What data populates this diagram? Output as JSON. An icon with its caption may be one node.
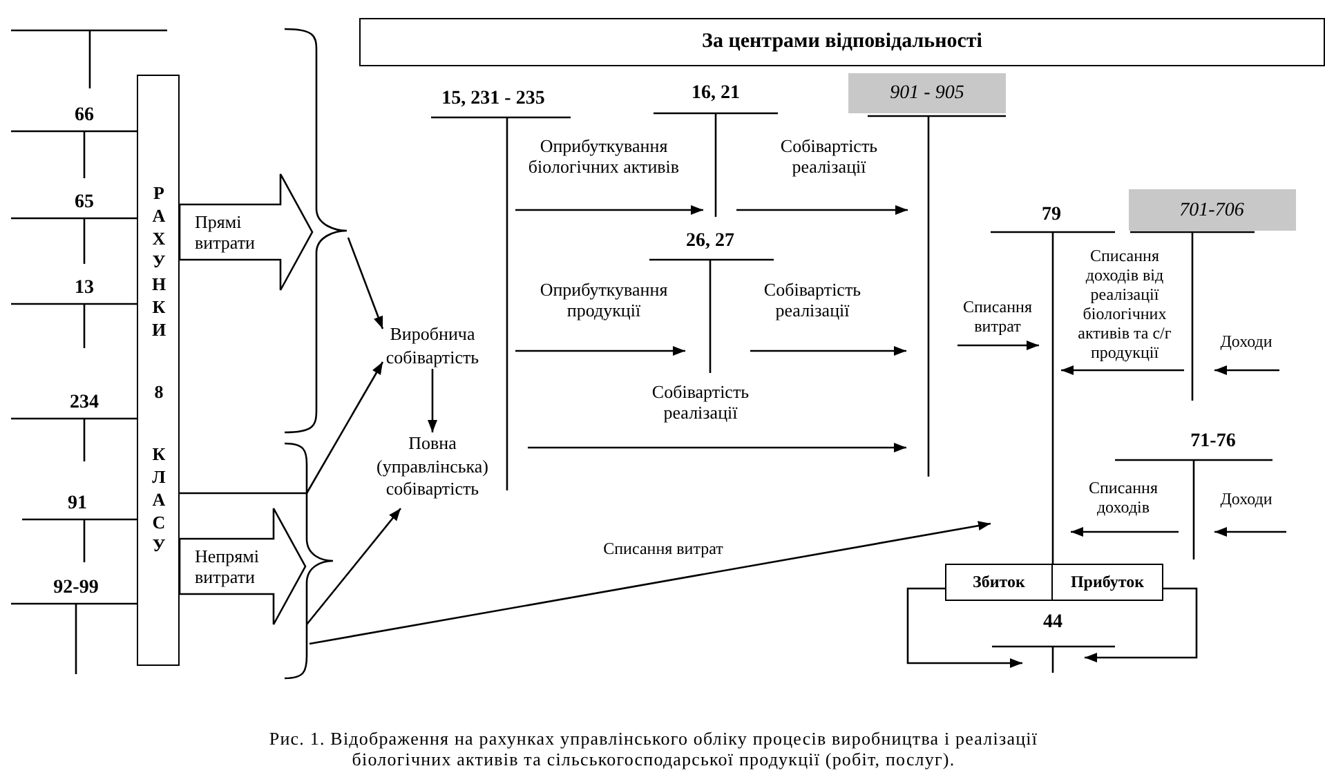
{
  "diagram": {
    "nodes": [
      {
        "text": [
          "За центрами відповідальності"
        ]
      },
      {
        "text": [],
        "shape": "t-account"
      },
      {
        "text": [
          "66"
        ]
      },
      {
        "text": [
          "65"
        ]
      },
      {
        "text": [
          "13"
        ]
      },
      {
        "text": [
          "234"
        ]
      },
      {
        "text": [
          "91"
        ]
      },
      {
        "text": [
          "92-99"
        ]
      },
      {
        "text": [
          "РАХУНКИ 8 КЛАСУ"
        ]
      },
      {
        "text": [],
        "shape": "brace"
      },
      {
        "text": [],
        "shape": "brace"
      },
      {
        "text": [
          "Виробнича собівартість"
        ]
      },
      {
        "text": [
          "Повна (управлінська) собівартість"
        ]
      },
      {
        "text": [
          "15, 231 - 235"
        ]
      },
      {
        "text": [
          "16, 21"
        ]
      },
      {
        "text": [
          "26, 27"
        ]
      },
      {
        "text": [
          "901 - 905"
        ]
      },
      {
        "text": [
          "79"
        ]
      },
      {
        "text": [
          "701-706"
        ]
      },
      {
        "text": [
          "71-76"
        ]
      },
      {
        "text": [
          "Збиток"
        ]
      },
      {
        "text": [
          "Прибуток"
        ]
      },
      {
        "text": [
          "44"
        ]
      }
    ],
    "edges": [
      {
        "from": 8,
        "to": 9,
        "arrow": "to",
        "label": "Прямі витрати"
      },
      {
        "from": 8,
        "to": 10,
        "arrow": "to",
        "label": "Непрямі витрати"
      },
      {
        "from": 9,
        "to": 11,
        "arrow": "to"
      },
      {
        "from": 8,
        "to": 10,
        "arrow": "none"
      },
      {
        "from": 10,
        "to": 11,
        "arrow": "to"
      },
      {
        "from": 10,
        "to": 12,
        "arrow": "to"
      },
      {
        "from": 11,
        "to": 12,
        "arrow": "to"
      },
      {
        "from": 10,
        "to": 17,
        "arrow": "to",
        "label": "Списання витрат"
      },
      {
        "from": 13,
        "to": 14,
        "arrow": "to",
        "label": "Оприбуткування біологічних активів"
      },
      {
        "from": 14,
        "to": 16,
        "arrow": "to",
        "label": "Собівартість реалізації"
      },
      {
        "from": 13,
        "to": 15,
        "arrow": "to",
        "label": "Оприбуткування продукції"
      },
      {
        "from": 15,
        "to": 16,
        "arrow": "to",
        "label": "Собівартість реалізації"
      },
      {
        "from": 13,
        "to": 16,
        "arrow": "to",
        "label": "Собівартість реалізації"
      },
      {
        "from": 16,
        "to": 17,
        "arrow": "to",
        "label": "Списання витрат"
      },
      {
        "from": null,
        "to": 18,
        "arrow": "to",
        "label": "Доходи"
      },
      {
        "from": 18,
        "to": 17,
        "arrow": "to",
        "label": "Списання доходів від реалізації біологічних активів та с/г продукції"
      },
      {
        "from": null,
        "to": 19,
        "arrow": "to",
        "label": "Доходи"
      },
      {
        "from": 19,
        "to": 17,
        "arrow": "to",
        "label": "Списання доходів"
      },
      {
        "from": 20,
        "to": 22,
        "arrow": "to"
      },
      {
        "from": 21,
        "to": 22,
        "arrow": "to"
      }
    ],
    "caption": "Рис. 1. Відображення на рахунках управлінського обліку процесів виробництва і реалізації біологічних активів та сільськогосподарської продукції (робіт, послуг)."
  }
}
